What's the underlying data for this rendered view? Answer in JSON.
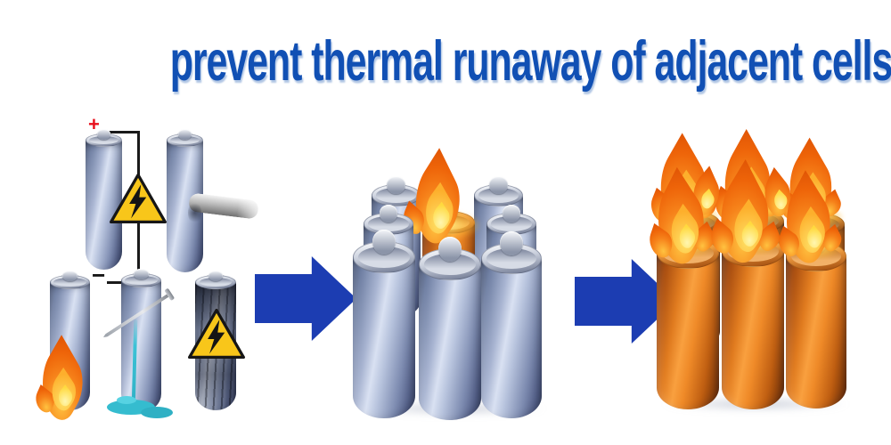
{
  "title": {
    "text": "prevent thermal runaway of adjacent cells",
    "color": "#1150b4"
  },
  "short_circuit_diagram": {
    "plus_label": "+",
    "minus_label": "−"
  },
  "colors": {
    "background": "#ffffff",
    "title_blue": "#1150b4",
    "arrow_blue": "#1c3db2",
    "battery_body_blue": "#9aa6c2",
    "battery_body_blue_dark": "#414e6e",
    "battery_highlight": "#d9e1f2",
    "battery_cap_silver": "#c9cfdc",
    "burning_cell_orange": "#e07b1f",
    "flame_orange": "#f6821a",
    "flame_yellow": "#ffd93e",
    "hazard_triangle_yellow": "#f8c61a",
    "electrolyte_leak_teal": "#2fb6c9",
    "wire_black": "#1a1a1a",
    "plus_red": "#e8101c"
  },
  "stages": {
    "abuse_causes": {
      "icons": [
        "short-circuit-battery",
        "electric-hazard-triangle",
        "crushed-battery",
        "burning-battery",
        "nail-punctured-battery",
        "leaking-battery",
        "scorched-battery"
      ]
    },
    "single_cell_thermal_runaway": {
      "battery_count": 8,
      "burning_cells": 1,
      "icon": "battery-pack-one-cell-on-fire"
    },
    "adjacent_cells_ignite": {
      "battery_count": 6,
      "burning_cells": 6,
      "icon": "battery-pack-all-cells-on-fire"
    }
  },
  "arrows": [
    {
      "icon": "right-arrow"
    },
    {
      "icon": "right-arrow"
    }
  ]
}
